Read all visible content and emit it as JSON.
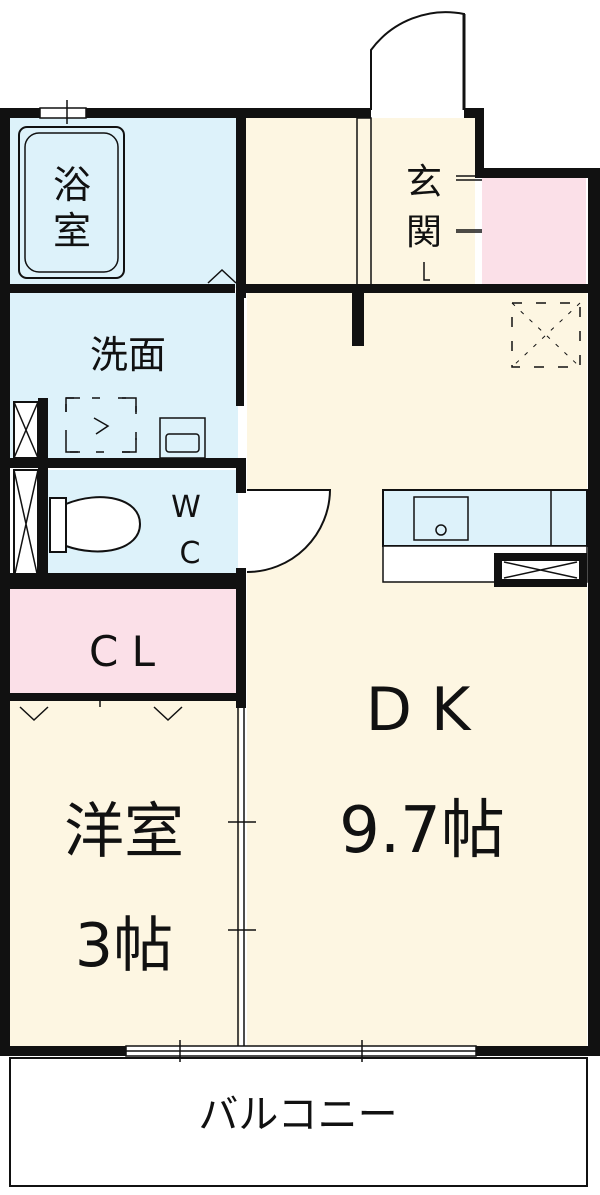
{
  "colors": {
    "wet_area": "#DDF2FA",
    "living": "#FDF6E2",
    "closet": "#FBE0E8",
    "balcony": "#FFFFFF",
    "wall": "#111111"
  },
  "rooms": {
    "bath": {
      "line1": "浴",
      "line2": "室"
    },
    "entrance": {
      "line1": "玄",
      "line2": "関"
    },
    "washroom": {
      "label": "洗面"
    },
    "wc": {
      "line1": "W",
      "line2": "C"
    },
    "closet": {
      "label": "C L"
    },
    "dk": {
      "line1": "D K",
      "line2": "9.7帖"
    },
    "western_room": {
      "line1": "洋室",
      "line2": "3帖"
    },
    "balcony": {
      "label": "バルコニー"
    }
  }
}
